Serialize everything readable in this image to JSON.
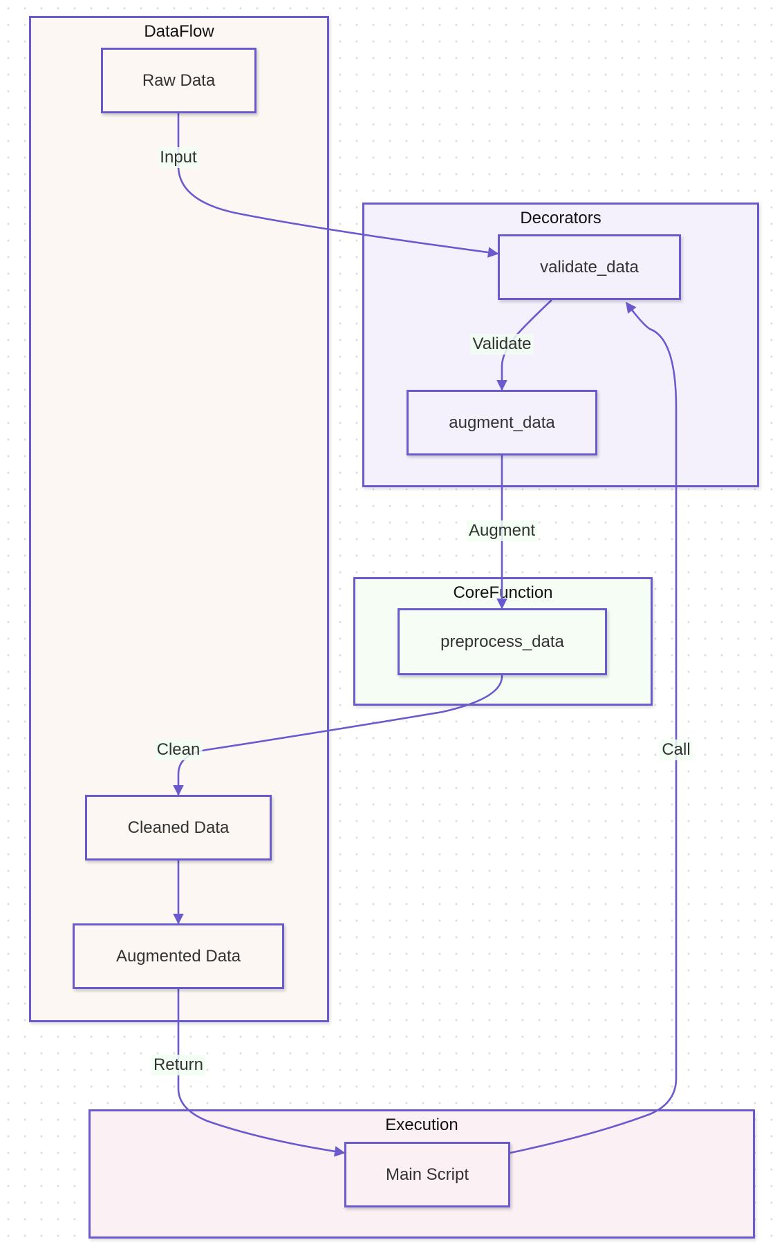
{
  "diagram": {
    "clusters": {
      "dataflow": {
        "title": "DataFlow",
        "fill": "#fcf7f3"
      },
      "decorators": {
        "title": "Decorators",
        "fill": "#f4f1fd"
      },
      "corefunction": {
        "title": "CoreFunction",
        "fill": "#f5fdf5"
      },
      "execution": {
        "title": "Execution",
        "fill": "#fbf0f4"
      }
    },
    "nodes": {
      "raw_data": "Raw Data",
      "validate_data": "validate_data",
      "augment_data": "augment_data",
      "preprocess_data": "preprocess_data",
      "cleaned_data": "Cleaned Data",
      "augmented_data": "Augmented Data",
      "main_script": "Main Script"
    },
    "edges": {
      "input": "Input",
      "validate": "Validate",
      "augment": "Augment",
      "clean": "Clean",
      "call": "Call",
      "return": "Return"
    },
    "colors": {
      "stroke": "#6a5acd",
      "label_bg": "#f0fff0"
    }
  }
}
